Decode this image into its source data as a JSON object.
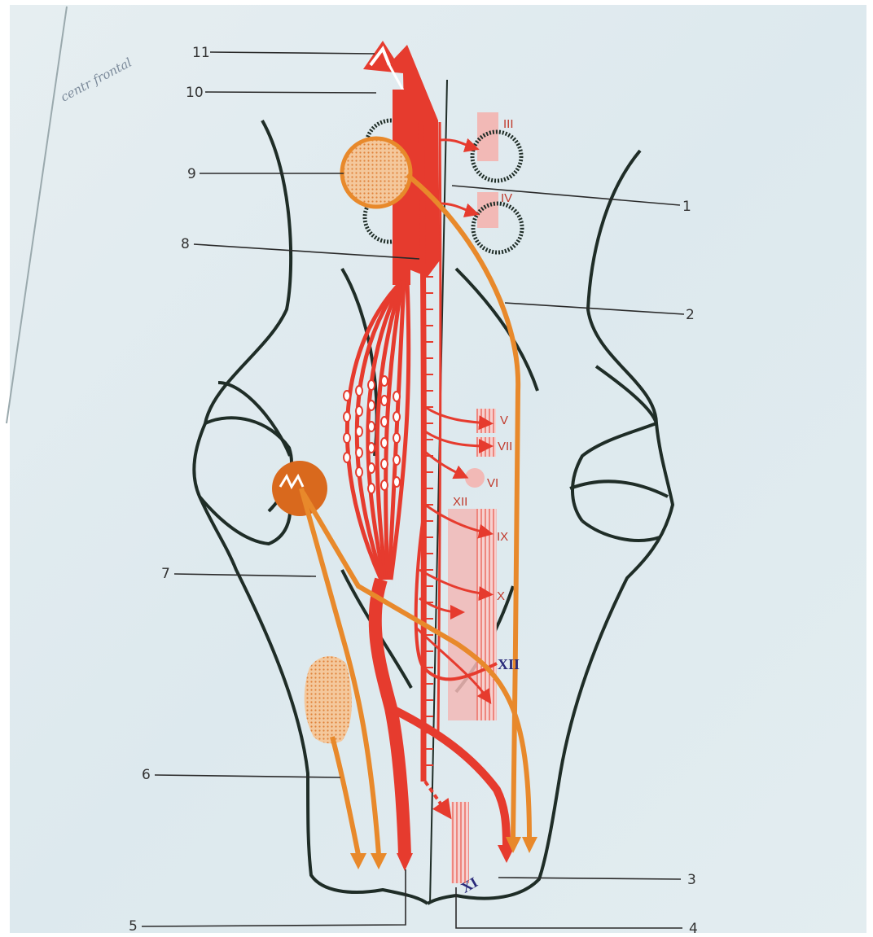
{
  "labels": {
    "n1": "1",
    "n2": "2",
    "n3": "3",
    "n4": "4",
    "n5": "5",
    "n6": "6",
    "n7": "7",
    "n8": "8",
    "n9": "9",
    "n10": "10",
    "n11": "11"
  },
  "nuclei": {
    "III": "III",
    "IV": "IV",
    "V": "V",
    "VII": "VII",
    "VI": "VI",
    "XII": "XII",
    "IX": "IX",
    "X": "X",
    "XII_bottom": "XII",
    "XI": "XI"
  },
  "handwriting": "centr frontal",
  "colors": {
    "paper": "#dfeaef",
    "red": "#e63b2e",
    "orange": "#e8892b",
    "outline": "#1f2d27",
    "pink": "#f2b9b6"
  }
}
